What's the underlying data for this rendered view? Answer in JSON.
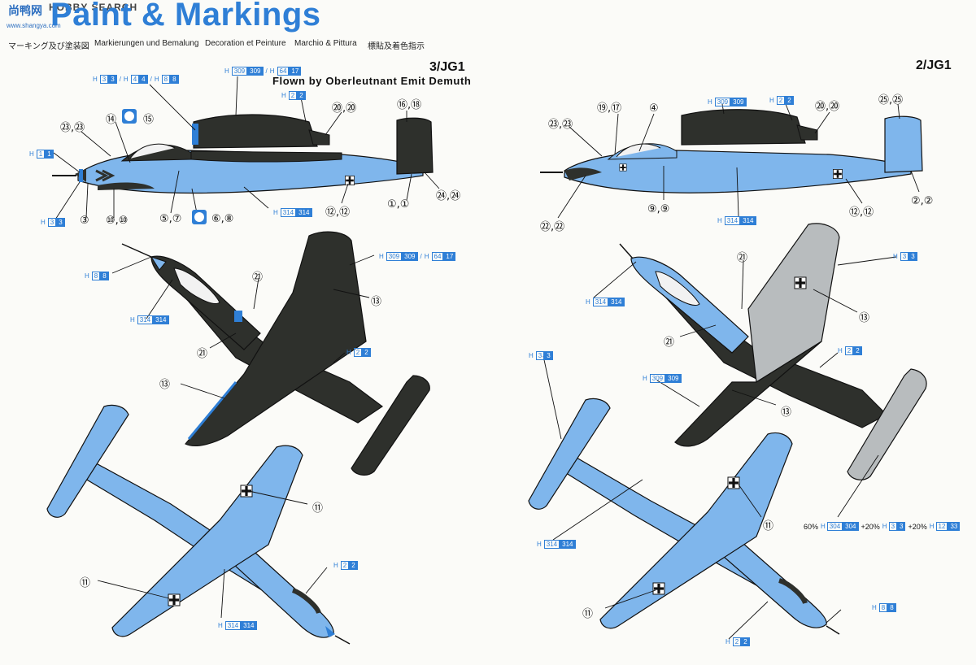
{
  "header": {
    "title": "Paint & Markings",
    "watermark": "HOBBY SEARCH",
    "watermark_cn": "尚鸭网",
    "watermark_url": "www.shangya.com",
    "subtitles": [
      "マーキング及び塗装図",
      "Markierungen und Bemalung",
      "Decoration et Peinture",
      "Marchio & Pittura",
      "標貼及着色指示"
    ]
  },
  "left": {
    "unit": "3/JG1",
    "pilot": "Flown by Oberleutnant Emit Demuth",
    "callouts": [
      "㉓,㉓",
      "⑭",
      "⑮",
      "⑳,⑳",
      "⑯,⑱",
      "③",
      "⑩,⑩",
      "⑤,⑦",
      "⑥,⑧",
      "⑫,⑫",
      "①,①",
      "㉔,㉔",
      "㉑",
      "⑬",
      "㉑",
      "⑬",
      "⑪",
      "⑪"
    ]
  },
  "right": {
    "unit": "2/JG1",
    "callouts": [
      "④",
      "⑲,⑰",
      "㉓,㉓",
      "⑳,⑳",
      "㉕,㉕",
      "②,②",
      "⑫,⑫",
      "⑨,⑨",
      "㉒,㉒",
      "㉑",
      "⑬",
      "㉑",
      "⑬",
      "⑪",
      "⑪"
    ],
    "mix": {
      "p1": "60%",
      "c1a": "304",
      "c1b": "304",
      "p2": "+20%",
      "c2a": "3",
      "c2b": "3",
      "p3": "+20%",
      "c3a": "12",
      "c3b": "33"
    }
  },
  "codes": {
    "h": "H",
    "slash": "/",
    "c1": "1",
    "c2": "2",
    "c3": "3",
    "c4": "4",
    "c8": "8",
    "c309": "309",
    "c314": "314",
    "c64": "64",
    "c17": "17"
  },
  "colors": {
    "light_blue": "#7fb6ec",
    "black_green": "#2e302c",
    "grey": "#b8bcbe",
    "accent": "#2f7fd6"
  }
}
